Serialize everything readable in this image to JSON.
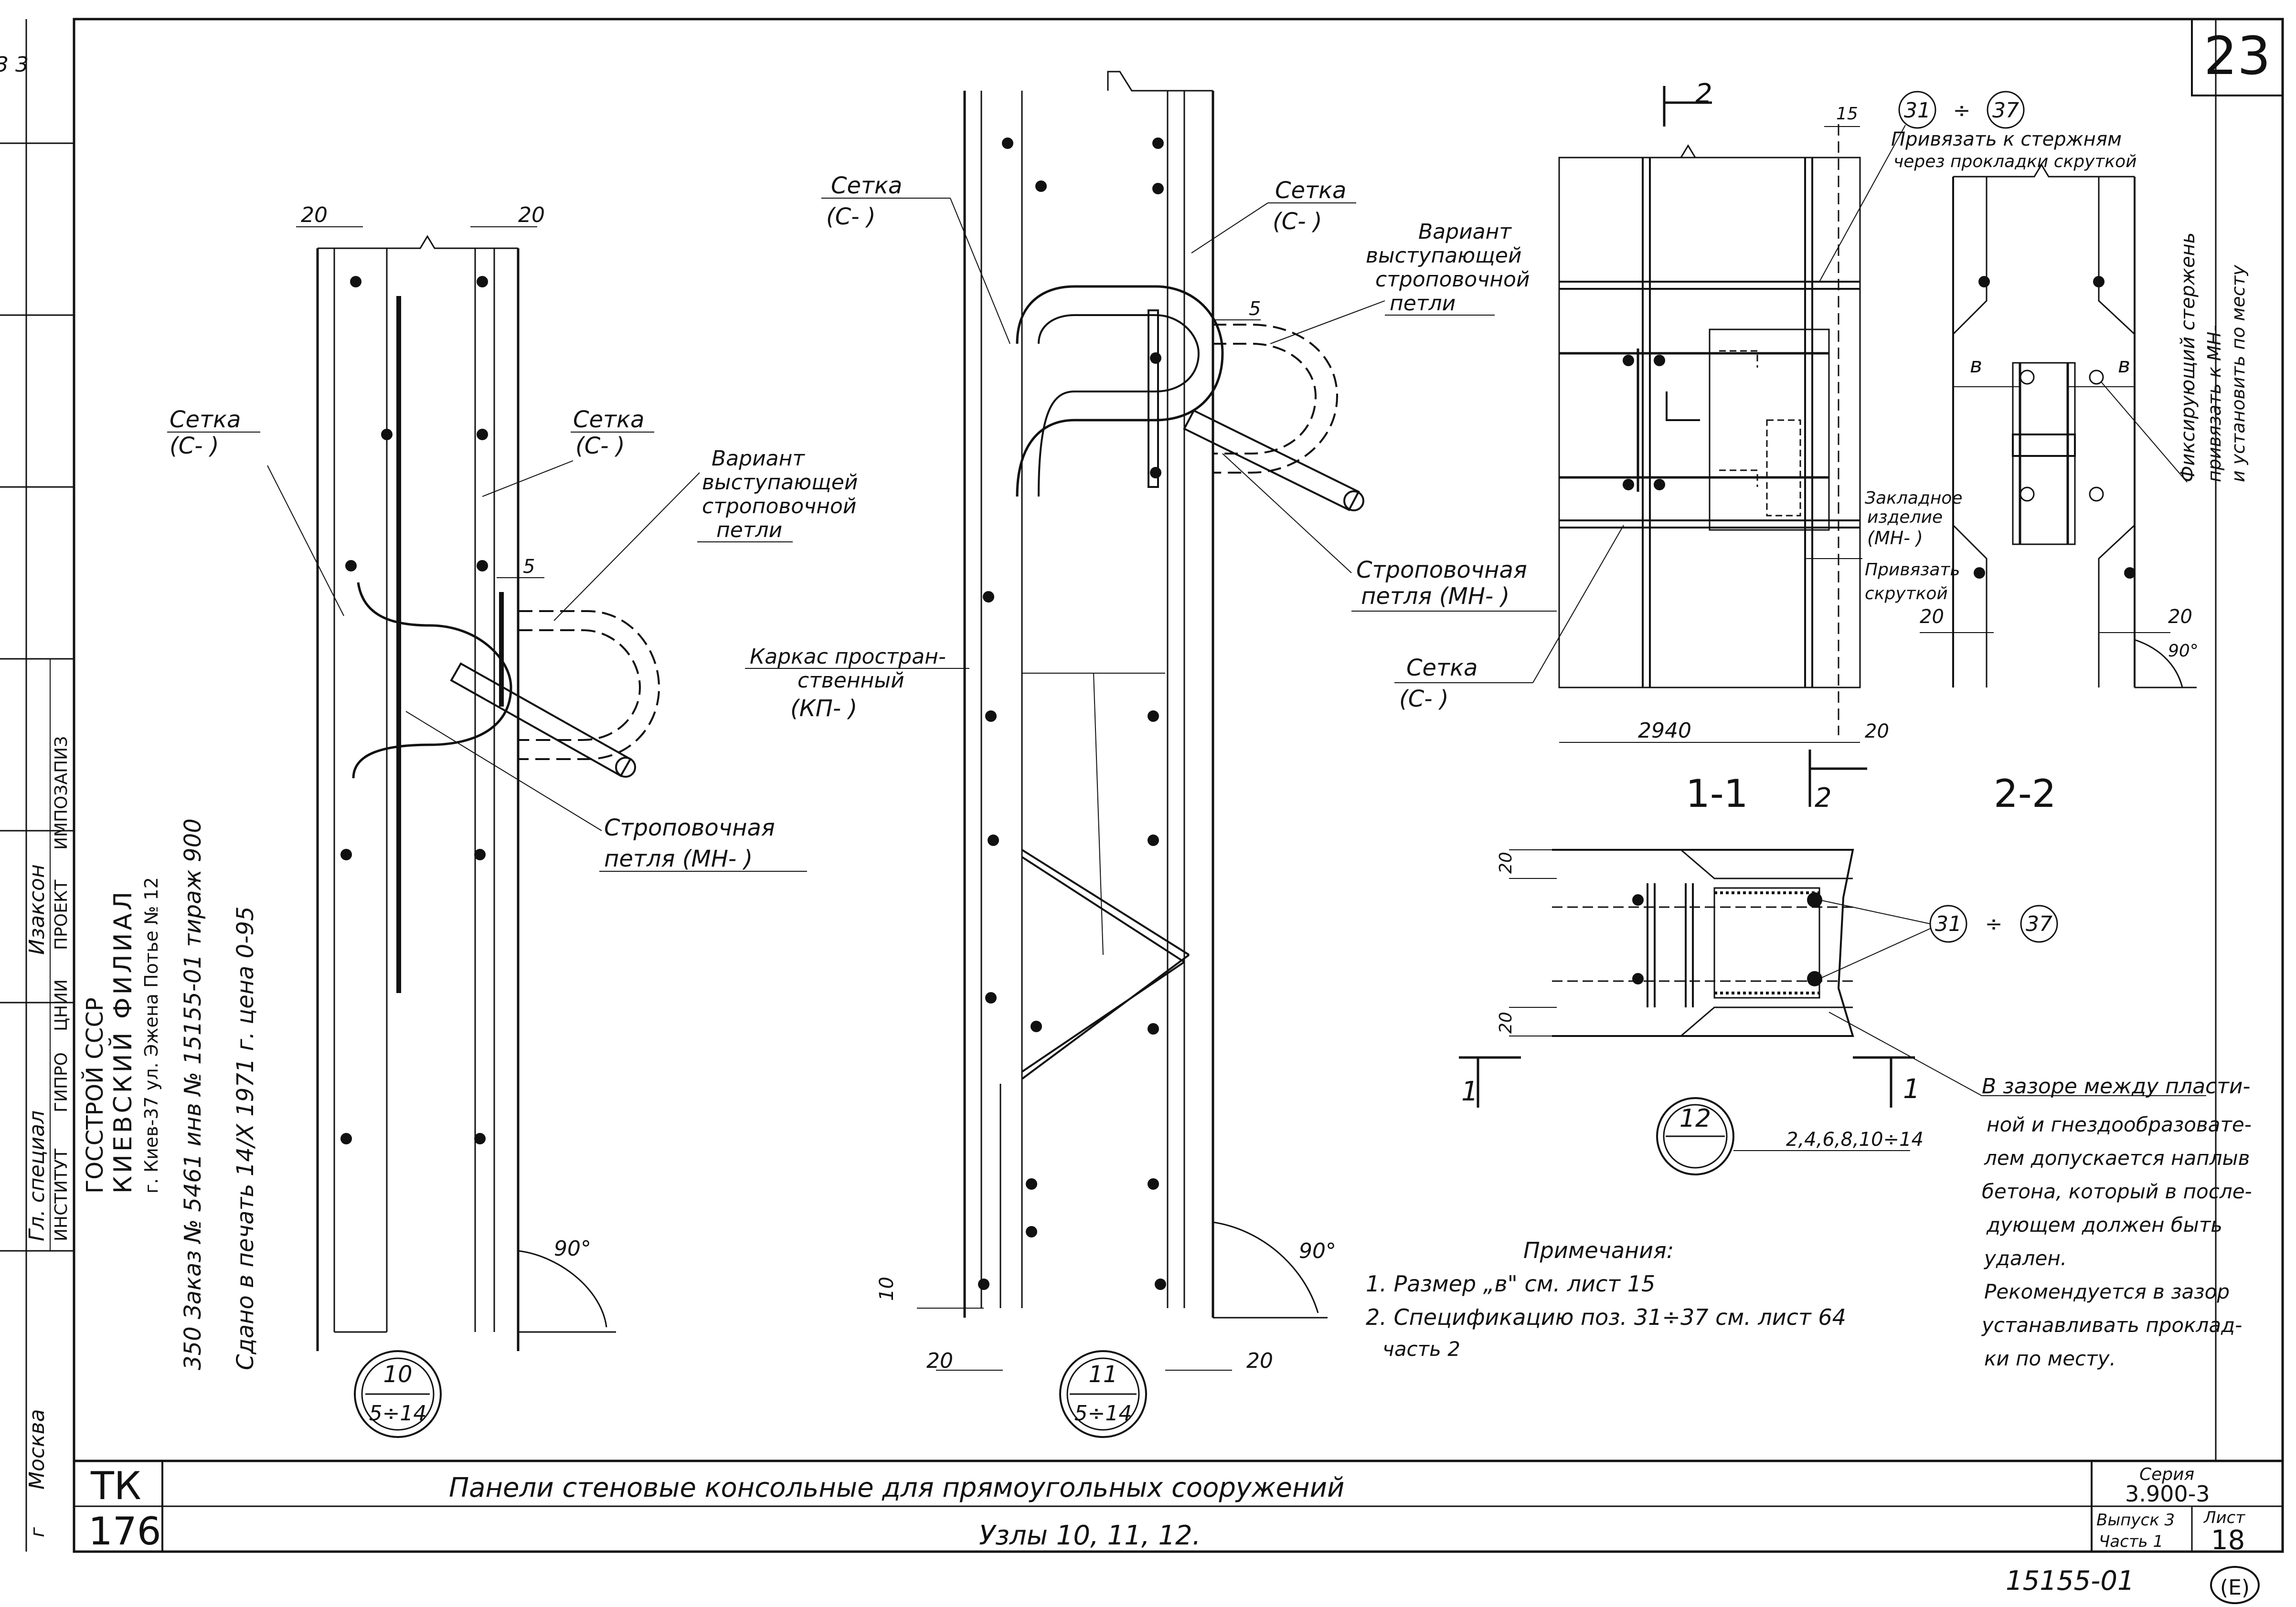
{
  "sheet_number_top": "23",
  "left_margin": {
    "top_mark": "3\n3",
    "stamp_rows": [
      "Гл. специал",
      "Изаксон",
      "ИНСТИТУТ",
      "ГИПРО",
      "ЦНИИ",
      "ПРОЕКТ",
      "ИМПОЗАПИЗ"
    ],
    "publisher_lines": [
      "ГОССТРОЙ СССР",
      "КИЕВСКИЙ ФИЛИАЛ",
      "г. Киев-37 ул. Эжена Потье № 12",
      "350 Заказ № 5461 инв № 15155-01 тираж 900",
      "Сдано в печать 14/Х 1971 г. цена 0-95"
    ],
    "city": "Москва",
    "city_prefix": "г"
  },
  "detail_10": {
    "dims": [
      "20",
      "20",
      "5",
      "90°"
    ],
    "label_setka_left": "Сетка",
    "label_setka_left_code": "(С-  )",
    "label_setka_right": "Сетка",
    "label_setka_right_code": "(С-  )",
    "label_variant": [
      "Вариант",
      "выступающей",
      "строповочной",
      "петли"
    ],
    "label_loop": "Строповочная",
    "label_loop_code": "петля (МН-  )",
    "marker_top": "10",
    "marker_bottom": "5÷14"
  },
  "detail_11": {
    "dims": [
      "5",
      "20",
      "20",
      "10",
      "90°"
    ],
    "label_setka_left": "Сетка",
    "label_setka_left_code": "(С-  )",
    "label_setka_right": "Сетка",
    "label_setka_right_code": "(С-  )",
    "label_variant": [
      "Вариант",
      "выступающей",
      "строповочной",
      "петли"
    ],
    "label_karkas": [
      "Каркас простран-",
      "ственный",
      "(КП-  )"
    ],
    "label_loop": "Строповочная",
    "label_loop_code": "петля (МН-  )",
    "marker_top": "11",
    "marker_bottom": "5÷14"
  },
  "section_1_1": {
    "label": "1-1",
    "cut_mark": "2",
    "dims": [
      "15",
      "2940",
      "20"
    ],
    "callout_range": [
      "31",
      "37"
    ],
    "note_bind": [
      "Привязать к стержням",
      "через прокладки скруткой"
    ],
    "label_embedded": [
      "Закладное",
      "изделие",
      "(МН-  )"
    ],
    "label_tie": [
      "Привязать",
      "скруткой"
    ],
    "label_setka": "Сетка",
    "label_setka_code": "(С-  )",
    "dim_20": "20"
  },
  "section_2_2": {
    "label": "2-2",
    "dims": [
      "в",
      "в",
      "20",
      "90°"
    ],
    "note": [
      "Фиксирующий стержень",
      "привязать к МН-",
      "и установить по месту"
    ]
  },
  "detail_12": {
    "dims": [
      "20",
      "20"
    ],
    "callout_range": [
      "31",
      "37"
    ],
    "cut_left": "1",
    "cut_right": "1",
    "marker_top": "12",
    "marker_ref": "2,4,6,8,10÷14"
  },
  "gap_note": [
    "В зазоре между пласти-",
    "ной и гнездообразовате-",
    "лем допускается наплыв",
    "бетона, который в после-",
    "дующем должен быть",
    "удален.",
    "Рекомендуется в зазор",
    "устанавливать проклад-",
    "ки по месту."
  ],
  "notes": {
    "title": "Примечания:",
    "items": [
      "1. Размер „в\" см. лист 15",
      "2. Спецификацию поз. 31÷37 см. лист 64",
      "часть 2"
    ]
  },
  "title_block": {
    "code_top": "ТК",
    "code_bottom": "176",
    "title": "Панели   стеновые   консольные   для   прямоугольных   сооружений",
    "subtitle": "Узлы  10, 11, 12.",
    "series_label": "Серия",
    "series_value": "3.900-3",
    "issue_label": "Выпуск 3",
    "part_label": "Часть 1",
    "sheet_label": "Лист",
    "sheet_value": "18"
  },
  "footer_code": "15155-01",
  "footer_mark": "(Е)"
}
